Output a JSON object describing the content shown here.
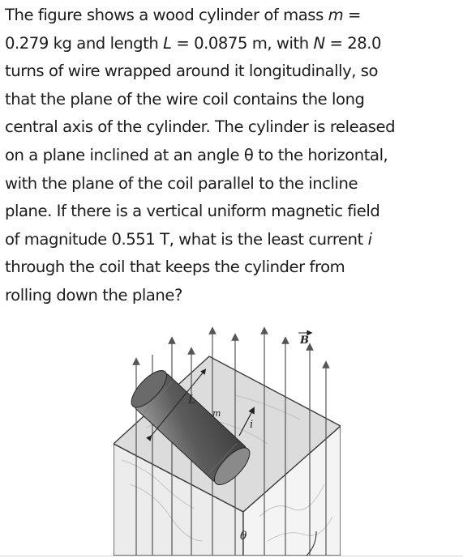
{
  "problem": {
    "lines": [
      [
        "The figure shows a wood cylinder of mass ",
        {
          "v": "m"
        },
        " ="
      ],
      [
        "0.279 kg and length ",
        {
          "v": "L"
        },
        " = 0.0875 m, with ",
        {
          "v": "N"
        },
        " = 28.0"
      ],
      [
        "turns of wire wrapped around it longitudinally, so"
      ],
      [
        "that the plane of the wire coil contains the long"
      ],
      [
        "central axis of the cylinder. The cylinder is released"
      ],
      [
        "on a plane inclined at an angle θ to the horizontal,"
      ],
      [
        "with the plane of the coil parallel to the incline"
      ],
      [
        "plane. If there is a vertical uniform magnetic field"
      ],
      [
        "of magnitude 0.551 T, what is the least current ",
        {
          "v": "i"
        }
      ],
      [
        "through the coil that keeps the cylinder from"
      ],
      [
        "rolling down the plane?"
      ]
    ]
  },
  "figure": {
    "label_B": "B",
    "label_L": "L",
    "label_m": "m",
    "label_i": "i",
    "label_theta": "θ",
    "colors": {
      "incline_face": "#ededed",
      "incline_top": "#d9d9d9",
      "cylinder": "#5a5a5a",
      "cylinder_end": "#8a8a8a",
      "field_lines": "#555555"
    }
  }
}
